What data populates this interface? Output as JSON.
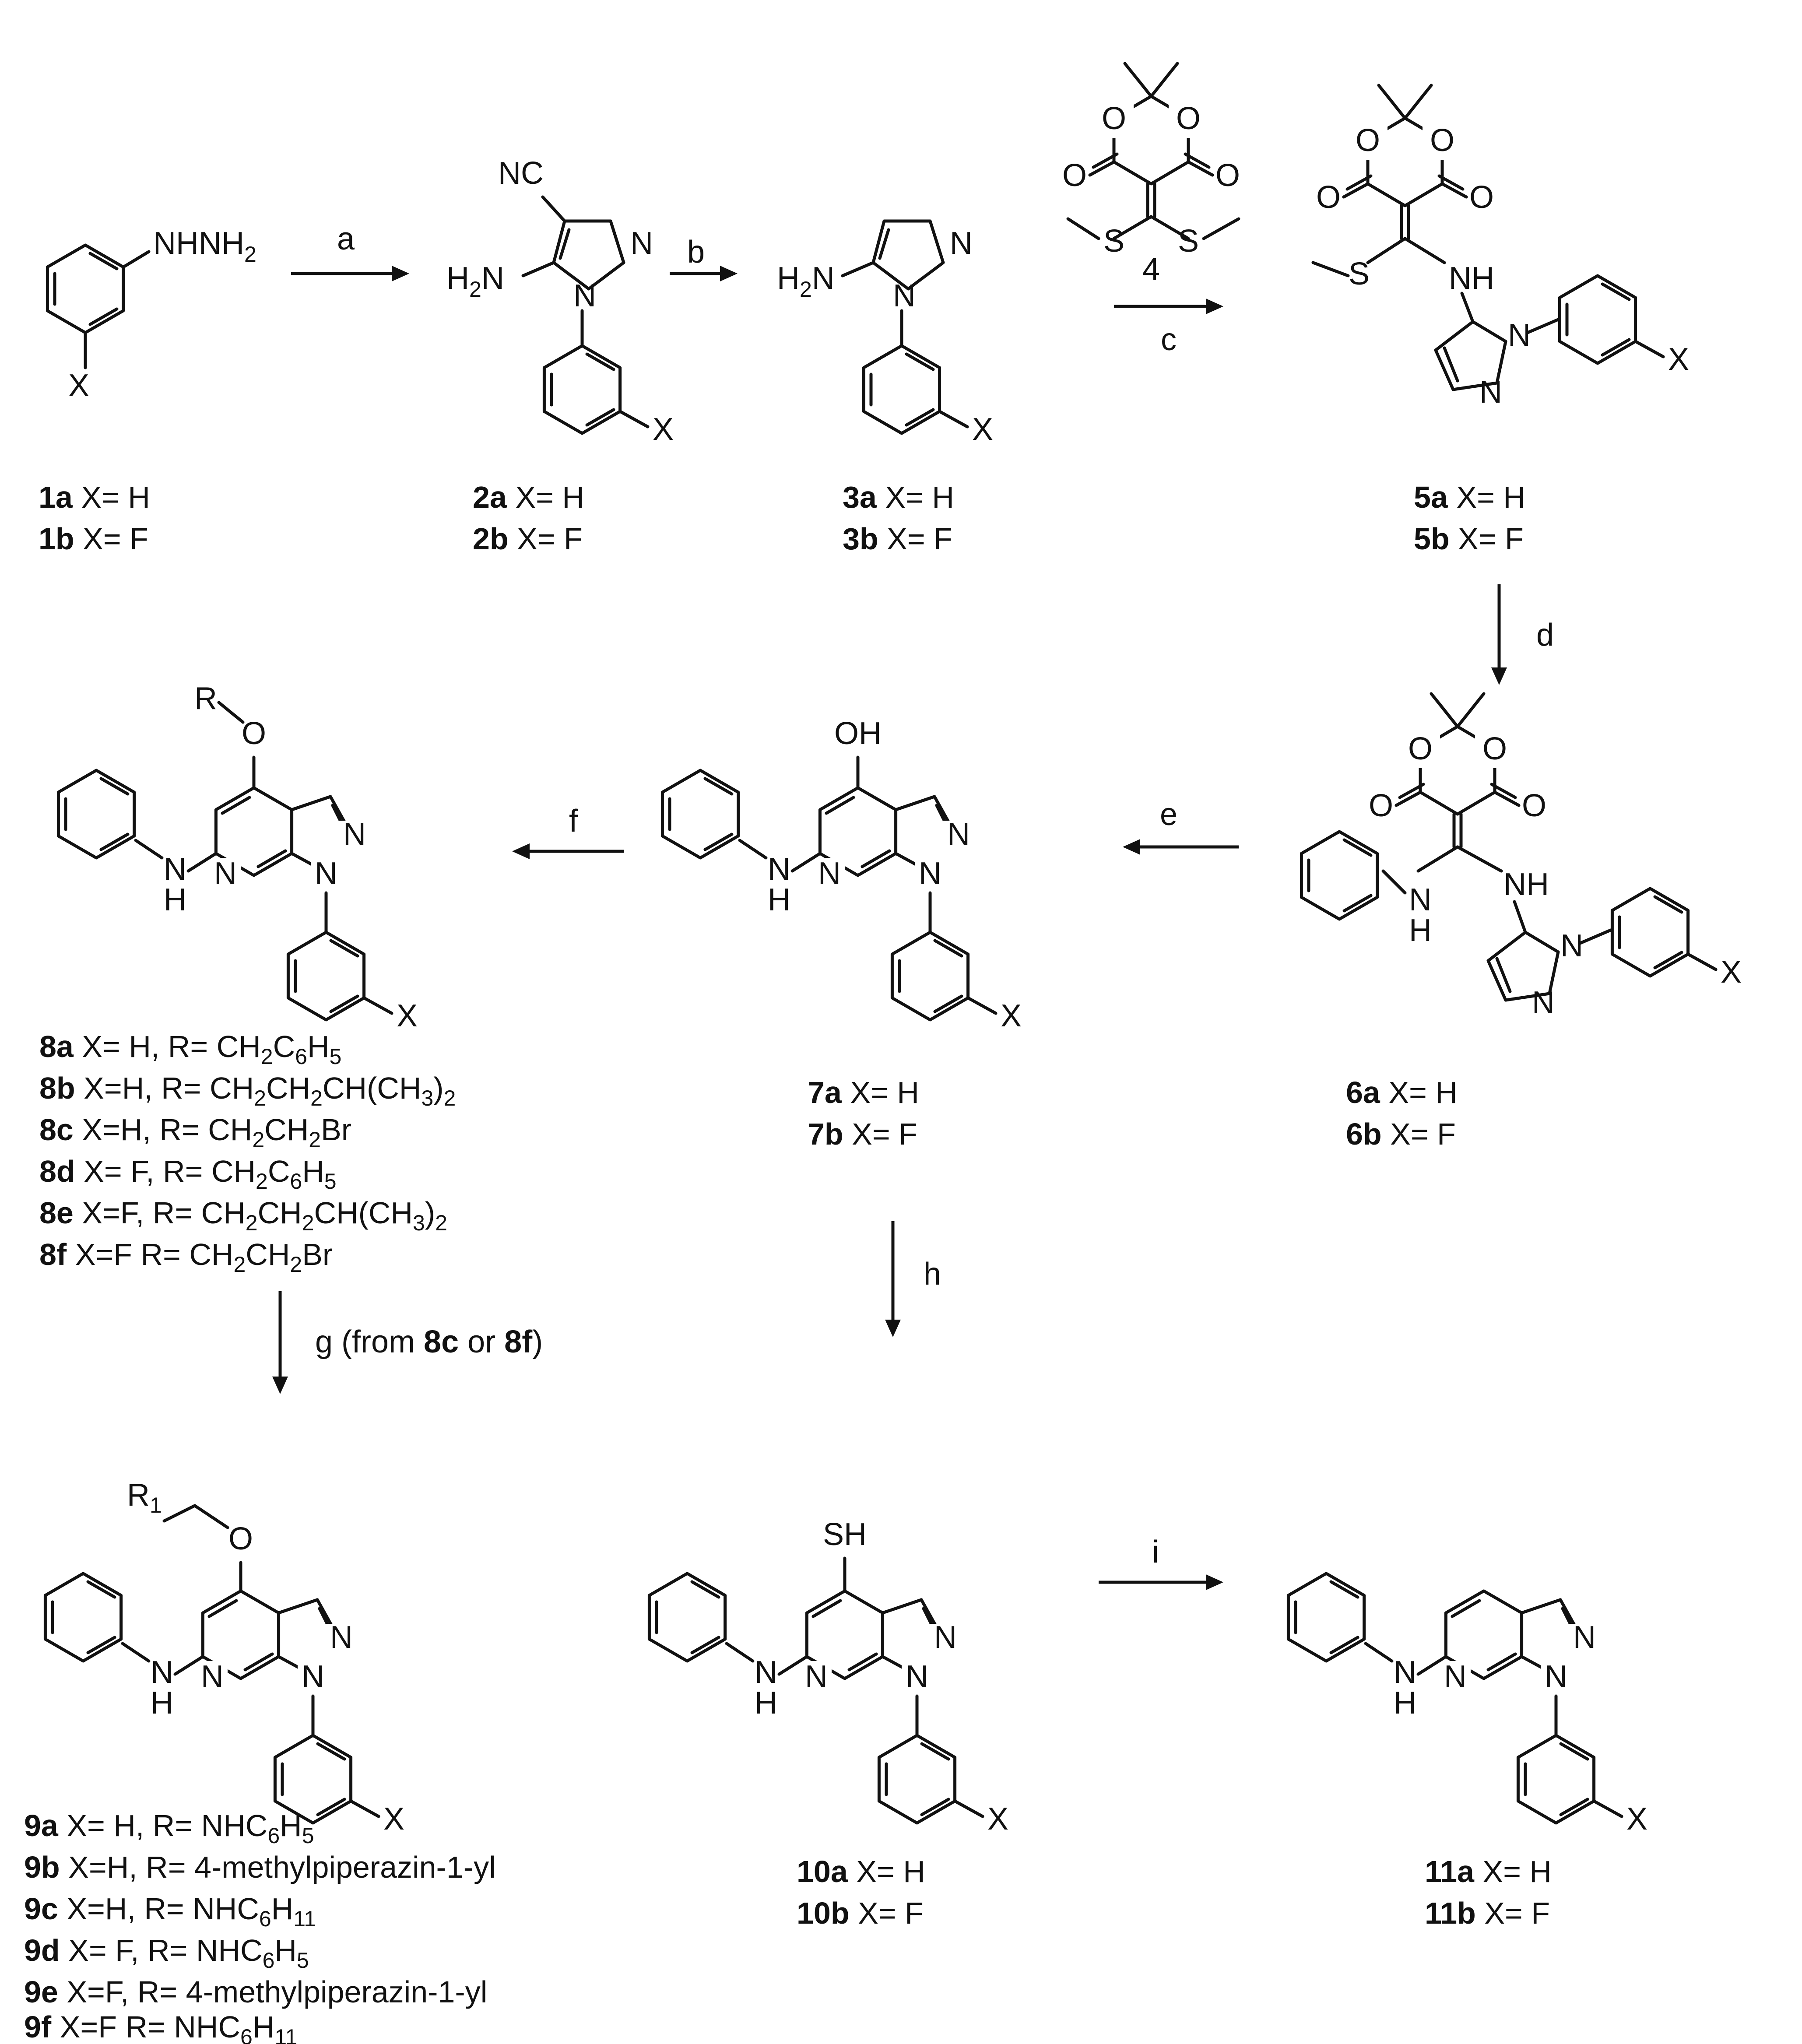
{
  "reagents": {
    "a": "a",
    "b": "b",
    "c": "c",
    "d": "d",
    "e": "e",
    "f": "f",
    "g_pre": "g (from ",
    "g_mid": " or ",
    "g_post": ")",
    "g_c1": "8c",
    "g_c2": "8f",
    "h": "h",
    "i": "i",
    "four": "4"
  },
  "atoms": {
    "N": "N",
    "H": "H",
    "O": "O",
    "S": "S",
    "X": "X",
    "NH": "NH",
    "NC": "NC",
    "OH": "OH",
    "SH": "SH",
    "R": "R",
    "NHNH": "NHNH",
    "two": "2",
    "one": "1"
  },
  "captions": [
    {
      "id": "1a",
      "text": " X= H"
    },
    {
      "id": "1b",
      "text": " X= F"
    },
    {
      "id": "2a",
      "text": " X= H"
    },
    {
      "id": "2b",
      "text": " X= F"
    },
    {
      "id": "3a",
      "text": " X= H"
    },
    {
      "id": "3b",
      "text": " X= F"
    },
    {
      "id": "5a",
      "text": " X= H"
    },
    {
      "id": "5b",
      "text": " X= F"
    },
    {
      "id": "6a",
      "text": " X= H"
    },
    {
      "id": "6b",
      "text": " X= F"
    },
    {
      "id": "7a",
      "text": " X= H"
    },
    {
      "id": "7b",
      "text": " X= F"
    },
    {
      "id": "8a",
      "text": " X= H, R= CH",
      "s1": "2",
      "t2": "C",
      "s2": "6",
      "t3": "H",
      "s3": "5",
      "t4": ""
    },
    {
      "id": "8b",
      "text": " X=H, R= CH",
      "s1": "2",
      "t2": "CH",
      "s2": "2",
      "t3": "CH(CH",
      "s3": "3",
      "t4": ")",
      "s4": "2"
    },
    {
      "id": "8c",
      "text": " X=H, R= CH",
      "s1": "2",
      "t2": "CH",
      "s2": "2",
      "t3": "Br"
    },
    {
      "id": "8d",
      "text": " X= F, R= CH",
      "s1": "2",
      "t2": "C",
      "s2": "6",
      "t3": "H",
      "s3": "5"
    },
    {
      "id": "8e",
      "text": " X=F, R= CH",
      "s1": "2",
      "t2": "CH",
      "s2": "2",
      "t3": "CH(CH",
      "s3": "3",
      "t4": ")",
      "s4": "2"
    },
    {
      "id": "8f",
      "text": " X=F R= CH",
      "s1": "2",
      "t2": "CH",
      "s2": "2",
      "t3": "Br"
    },
    {
      "id": "9a",
      "text": " X= H, R= NHC",
      "s1": "6",
      "t2": "H",
      "s2": "5"
    },
    {
      "id": "9b",
      "text": " X=H, R= 4-methylpiperazin-1-yl"
    },
    {
      "id": "9c",
      "text": " X=H, R= NHC",
      "s1": "6",
      "t2": "H",
      "s2": "11"
    },
    {
      "id": "9d",
      "text": " X= F, R= NHC",
      "s1": "6",
      "t2": "H",
      "s2": "5"
    },
    {
      "id": "9e",
      "text": " X=F, R= 4-methylpiperazin-1-yl"
    },
    {
      "id": "9f",
      "text": " X=F R= NHC",
      "s1": "6",
      "t2": "H",
      "s2": "11"
    },
    {
      "id": "10a",
      "text": " X= H"
    },
    {
      "id": "10b",
      "text": " X= F"
    },
    {
      "id": "11a",
      "text": " X= H"
    },
    {
      "id": "11b",
      "text": " X= F"
    }
  ]
}
